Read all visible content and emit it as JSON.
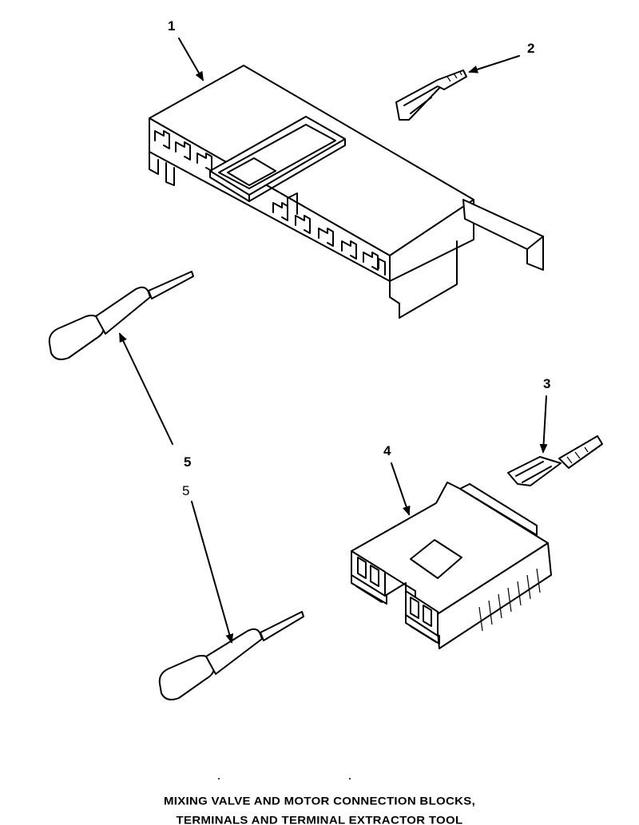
{
  "callouts": {
    "c1": "1",
    "c2": "2",
    "c3": "3",
    "c4": "4",
    "c5a": "5",
    "c5b": "5"
  },
  "caption": {
    "line1": "MIXING VALVE AND MOTOR CONNECTION BLOCKS,",
    "line2": "TERMINALS AND TERMINAL EXTRACTOR TOOL"
  },
  "colors": {
    "ink": "#000000",
    "paper": "#ffffff"
  }
}
